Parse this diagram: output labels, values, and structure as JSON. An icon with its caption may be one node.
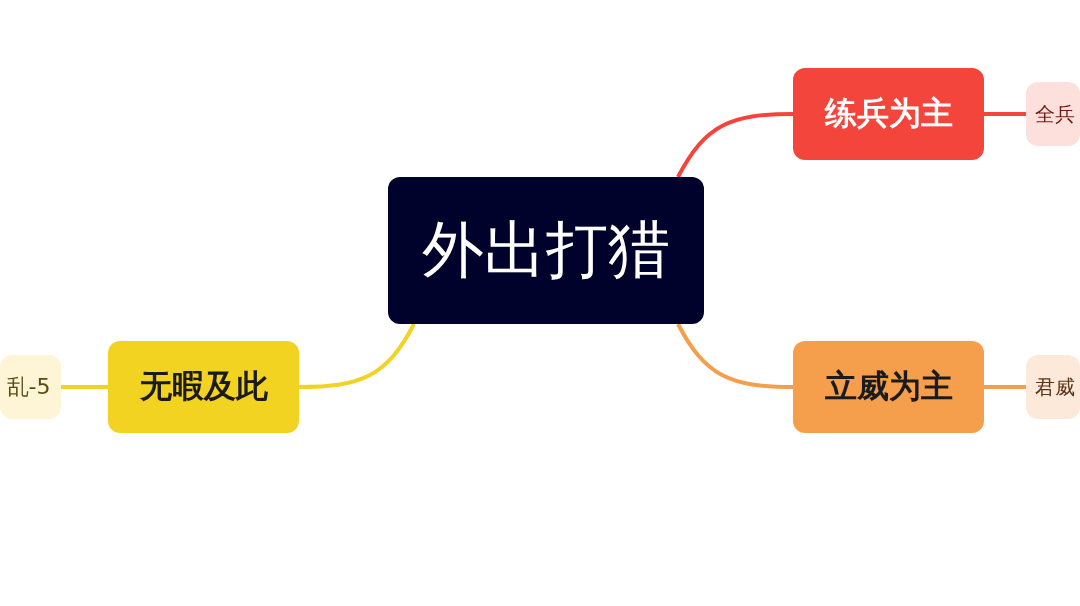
{
  "diagram": {
    "nodes": [
      {
        "text": [
          "外出打猎"
        ]
      },
      {
        "text": [
          "练兵为主"
        ]
      },
      {
        "text": [
          "全兵"
        ]
      },
      {
        "text": [
          "立威为主"
        ]
      },
      {
        "text": [
          "君威"
        ]
      },
      {
        "text": [
          "无暇及此"
        ]
      },
      {
        "text": [
          "乱-5"
        ]
      }
    ],
    "edges": [
      {
        "from": 0,
        "to": 1,
        "arrow": "none",
        "color": "#f4453c"
      },
      {
        "from": 1,
        "to": 2,
        "arrow": "none",
        "color": "#f4453c"
      },
      {
        "from": 0,
        "to": 3,
        "arrow": "none",
        "color": "#f59f4c"
      },
      {
        "from": 3,
        "to": 4,
        "arrow": "none",
        "color": "#f59f4c"
      },
      {
        "from": 0,
        "to": 5,
        "arrow": "none",
        "color": "#f2d322"
      },
      {
        "from": 5,
        "to": 6,
        "arrow": "none",
        "color": "#f2d322"
      }
    ]
  }
}
